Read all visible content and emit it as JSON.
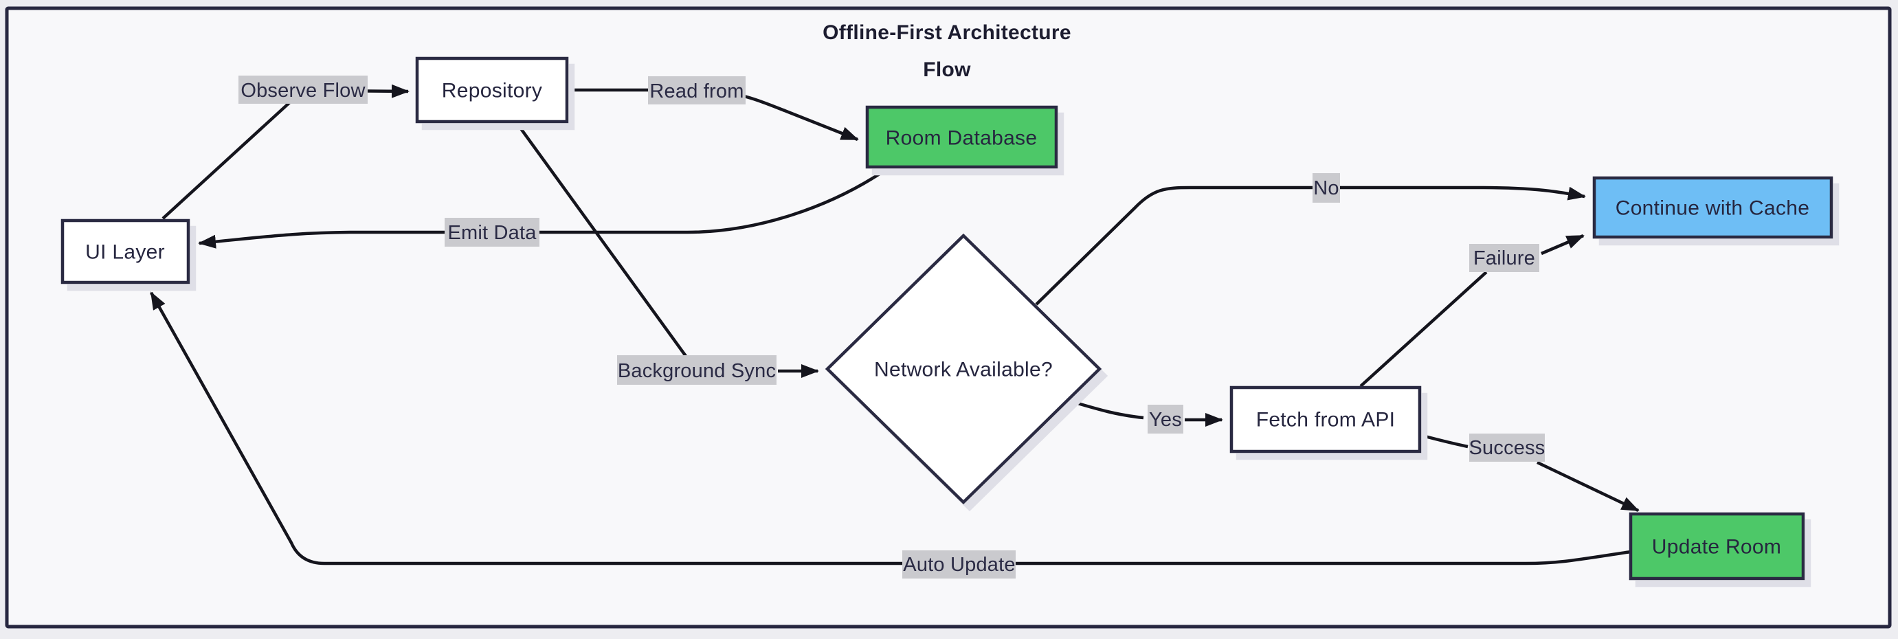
{
  "diagram": {
    "title_line1": "Offline-First Architecture",
    "title_line2": "Flow",
    "type": "flowchart",
    "nodes": {
      "ui_layer": {
        "label": "UI Layer",
        "shape": "rect",
        "fill_key": "node_fill"
      },
      "repository": {
        "label": "Repository",
        "shape": "rect",
        "fill_key": "node_fill"
      },
      "room_database": {
        "label": "Room Database",
        "shape": "rect",
        "fill_key": "database_fill"
      },
      "decision": {
        "label": "Network Available?",
        "shape": "diamond",
        "fill_key": "node_fill"
      },
      "fetch_api": {
        "label": "Fetch from API",
        "shape": "rect",
        "fill_key": "node_fill"
      },
      "continue_cache": {
        "label": "Continue with Cache",
        "shape": "rect",
        "fill_key": "cache_fill"
      },
      "update_room": {
        "label": "Update Room",
        "shape": "rect",
        "fill_key": "database_fill"
      }
    },
    "edges": [
      {
        "from": "ui_layer",
        "to": "repository",
        "label": "Observe Flow"
      },
      {
        "from": "repository",
        "to": "room_database",
        "label": "Read from"
      },
      {
        "from": "room_database",
        "to": "ui_layer",
        "label": "Emit Data"
      },
      {
        "from": "repository",
        "to": "decision",
        "label": "Background Sync"
      },
      {
        "from": "decision",
        "to": "continue_cache",
        "label": "No"
      },
      {
        "from": "decision",
        "to": "fetch_api",
        "label": "Yes"
      },
      {
        "from": "fetch_api",
        "to": "continue_cache",
        "label": "Failure"
      },
      {
        "from": "fetch_api",
        "to": "update_room",
        "label": "Success"
      },
      {
        "from": "update_room",
        "to": "ui_layer",
        "label": "Auto Update"
      }
    ],
    "edge_labels": {
      "observe_flow": "Observe Flow",
      "read_from": "Read from",
      "emit_data": "Emit Data",
      "background_sync": "Background Sync",
      "no": "No",
      "yes": "Yes",
      "failure": "Failure",
      "success": "Success",
      "auto_update": "Auto Update"
    },
    "colors": {
      "page_bg": "#ededf1",
      "canvas_bg": "#f8f8fa",
      "frame_border": "#272740",
      "node_border": "#2b2b43",
      "node_fill": "#ffffff",
      "database_fill": "#4dc868",
      "cache_fill": "#6ebef5",
      "edge_line": "#15151d",
      "label_bg": "#cacace",
      "text": "#26263f"
    }
  }
}
